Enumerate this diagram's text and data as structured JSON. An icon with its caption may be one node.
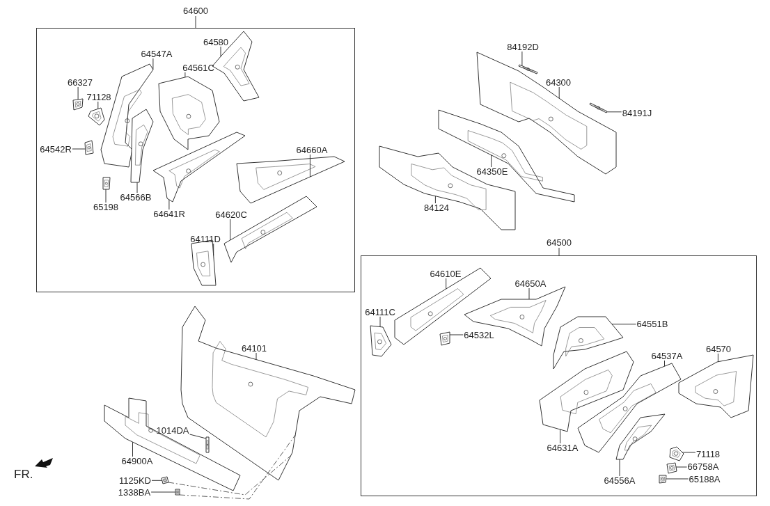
{
  "diagram": {
    "nodes": [
      {
        "text": [
          "64600"
        ]
      },
      {
        "text": [
          "64500"
        ]
      },
      {
        "text": [
          "64580"
        ],
        "in": 0
      },
      {
        "text": [
          "64547A"
        ],
        "in": 0
      },
      {
        "text": [
          "64561C"
        ],
        "in": 0
      },
      {
        "text": [
          "66327"
        ],
        "in": 0
      },
      {
        "text": [
          "71128"
        ],
        "in": 0
      },
      {
        "text": [
          "64542R"
        ],
        "in": 0
      },
      {
        "text": [
          "64660A"
        ],
        "in": 0
      },
      {
        "text": [
          "64566B"
        ],
        "in": 0
      },
      {
        "text": [
          "65198"
        ],
        "in": 0
      },
      {
        "text": [
          "64641R"
        ],
        "in": 0
      },
      {
        "text": [
          "64620C"
        ],
        "in": 0
      },
      {
        "text": [
          "64111D"
        ],
        "in": 0
      },
      {
        "text": [
          "84192D"
        ]
      },
      {
        "text": [
          "64300"
        ]
      },
      {
        "text": [
          "84191J"
        ]
      },
      {
        "text": [
          "64350E"
        ]
      },
      {
        "text": [
          "84124"
        ]
      },
      {
        "text": [
          "64610E"
        ],
        "in": 1
      },
      {
        "text": [
          "64111C"
        ],
        "in": 1
      },
      {
        "text": [
          "64650A"
        ],
        "in": 1
      },
      {
        "text": [
          "64551B"
        ],
        "in": 1
      },
      {
        "text": [
          "64532L"
        ],
        "in": 1
      },
      {
        "text": [
          "64570"
        ],
        "in": 1
      },
      {
        "text": [
          "64537A"
        ],
        "in": 1
      },
      {
        "text": [
          "64631A"
        ],
        "in": 1
      },
      {
        "text": [
          "71118"
        ],
        "in": 1
      },
      {
        "text": [
          "66758A"
        ],
        "in": 1
      },
      {
        "text": [
          "64556A"
        ],
        "in": 1
      },
      {
        "text": [
          "65188A"
        ],
        "in": 1
      },
      {
        "text": [
          "64101"
        ]
      },
      {
        "text": [
          "1014DA"
        ]
      },
      {
        "text": [
          "64900A"
        ]
      },
      {
        "text": [
          "1125KD"
        ]
      },
      {
        "text": [
          "1338BA"
        ]
      },
      {
        "text": [],
        "shape": "picture",
        "in": 0
      },
      {
        "text": [],
        "shape": "picture",
        "in": 0
      },
      {
        "text": [],
        "shape": "picture",
        "in": 0
      },
      {
        "text": [],
        "shape": "picture",
        "in": 0
      },
      {
        "text": [],
        "shape": "picture",
        "in": 0
      },
      {
        "text": [],
        "shape": "picture",
        "in": 0
      },
      {
        "text": [],
        "shape": "picture",
        "in": 0
      },
      {
        "text": [],
        "shape": "picture",
        "in": 0
      },
      {
        "text": [],
        "shape": "picture",
        "in": 0
      },
      {
        "text": [],
        "shape": "picture",
        "in": 0
      },
      {
        "text": [],
        "shape": "picture",
        "in": 0
      },
      {
        "text": [],
        "shape": "picture",
        "in": 0
      },
      {
        "text": [],
        "shape": "picture"
      },
      {
        "text": [],
        "shape": "picture"
      },
      {
        "text": [],
        "shape": "picture"
      },
      {
        "text": [],
        "shape": "picture"
      },
      {
        "text": [],
        "shape": "picture"
      },
      {
        "text": [],
        "shape": "picture",
        "in": 1
      },
      {
        "text": [],
        "shape": "picture",
        "in": 1
      },
      {
        "text": [],
        "shape": "picture",
        "in": 1
      },
      {
        "text": [],
        "shape": "picture",
        "in": 1
      },
      {
        "text": [],
        "shape": "picture",
        "in": 1
      },
      {
        "text": [],
        "shape": "picture",
        "in": 1
      },
      {
        "text": [],
        "shape": "picture",
        "in": 1
      },
      {
        "text": [],
        "shape": "picture",
        "in": 1
      },
      {
        "text": [],
        "shape": "picture",
        "in": 1
      },
      {
        "text": [],
        "shape": "picture",
        "in": 1
      },
      {
        "text": [],
        "shape": "picture",
        "in": 1
      },
      {
        "text": [],
        "shape": "picture",
        "in": 1
      },
      {
        "text": [],
        "shape": "picture"
      },
      {
        "text": [],
        "shape": "picture"
      },
      {
        "text": [],
        "shape": "picture"
      },
      {
        "text": [],
        "shape": "picture"
      },
      {
        "text": [],
        "shape": "picture"
      }
    ],
    "edges": [
      {
        "from": 2,
        "to": 36,
        "arrow": "none"
      },
      {
        "from": 3,
        "to": 37,
        "arrow": "none"
      },
      {
        "from": 4,
        "to": 38,
        "arrow": "none"
      },
      {
        "from": 5,
        "to": 39,
        "arrow": "none"
      },
      {
        "from": 6,
        "to": 40,
        "arrow": "none"
      },
      {
        "from": 7,
        "to": 41,
        "arrow": "none"
      },
      {
        "from": 8,
        "to": 42,
        "arrow": "none"
      },
      {
        "from": 9,
        "to": 43,
        "arrow": "none"
      },
      {
        "from": 10,
        "to": 44,
        "arrow": "none"
      },
      {
        "from": 11,
        "to": 45,
        "arrow": "none"
      },
      {
        "from": 12,
        "to": 46,
        "arrow": "none"
      },
      {
        "from": 13,
        "to": 47,
        "arrow": "none"
      },
      {
        "from": 14,
        "to": 48,
        "arrow": "none"
      },
      {
        "from": 15,
        "to": 49,
        "arrow": "none"
      },
      {
        "from": 16,
        "to": 50,
        "arrow": "none"
      },
      {
        "from": 17,
        "to": 51,
        "arrow": "none"
      },
      {
        "from": 18,
        "to": 52,
        "arrow": "none"
      },
      {
        "from": 19,
        "to": 53,
        "arrow": "none"
      },
      {
        "from": 20,
        "to": 54,
        "arrow": "none"
      },
      {
        "from": 21,
        "to": 55,
        "arrow": "none"
      },
      {
        "from": 22,
        "to": 56,
        "arrow": "none"
      },
      {
        "from": 23,
        "to": 57,
        "arrow": "none"
      },
      {
        "from": 24,
        "to": 58,
        "arrow": "none"
      },
      {
        "from": 25,
        "to": 59,
        "arrow": "none"
      },
      {
        "from": 26,
        "to": 60,
        "arrow": "none"
      },
      {
        "from": 27,
        "to": 61,
        "arrow": "none"
      },
      {
        "from": 28,
        "to": 62,
        "arrow": "none"
      },
      {
        "from": 29,
        "to": 63,
        "arrow": "none"
      },
      {
        "from": 30,
        "to": 64,
        "arrow": "none"
      },
      {
        "from": 31,
        "to": 65,
        "arrow": "none"
      },
      {
        "from": 32,
        "to": 66,
        "arrow": "none"
      },
      {
        "from": 33,
        "to": 67,
        "arrow": "none"
      },
      {
        "from": 34,
        "to": 68,
        "arrow": "none"
      },
      {
        "from": 35,
        "to": 69,
        "arrow": "none"
      },
      {
        "from": 68,
        "to": 65,
        "arrow": "none",
        "style": "dashed"
      },
      {
        "from": 69,
        "to": 65,
        "arrow": "none",
        "style": "dashed"
      }
    ],
    "labels": [
      "FR."
    ]
  }
}
